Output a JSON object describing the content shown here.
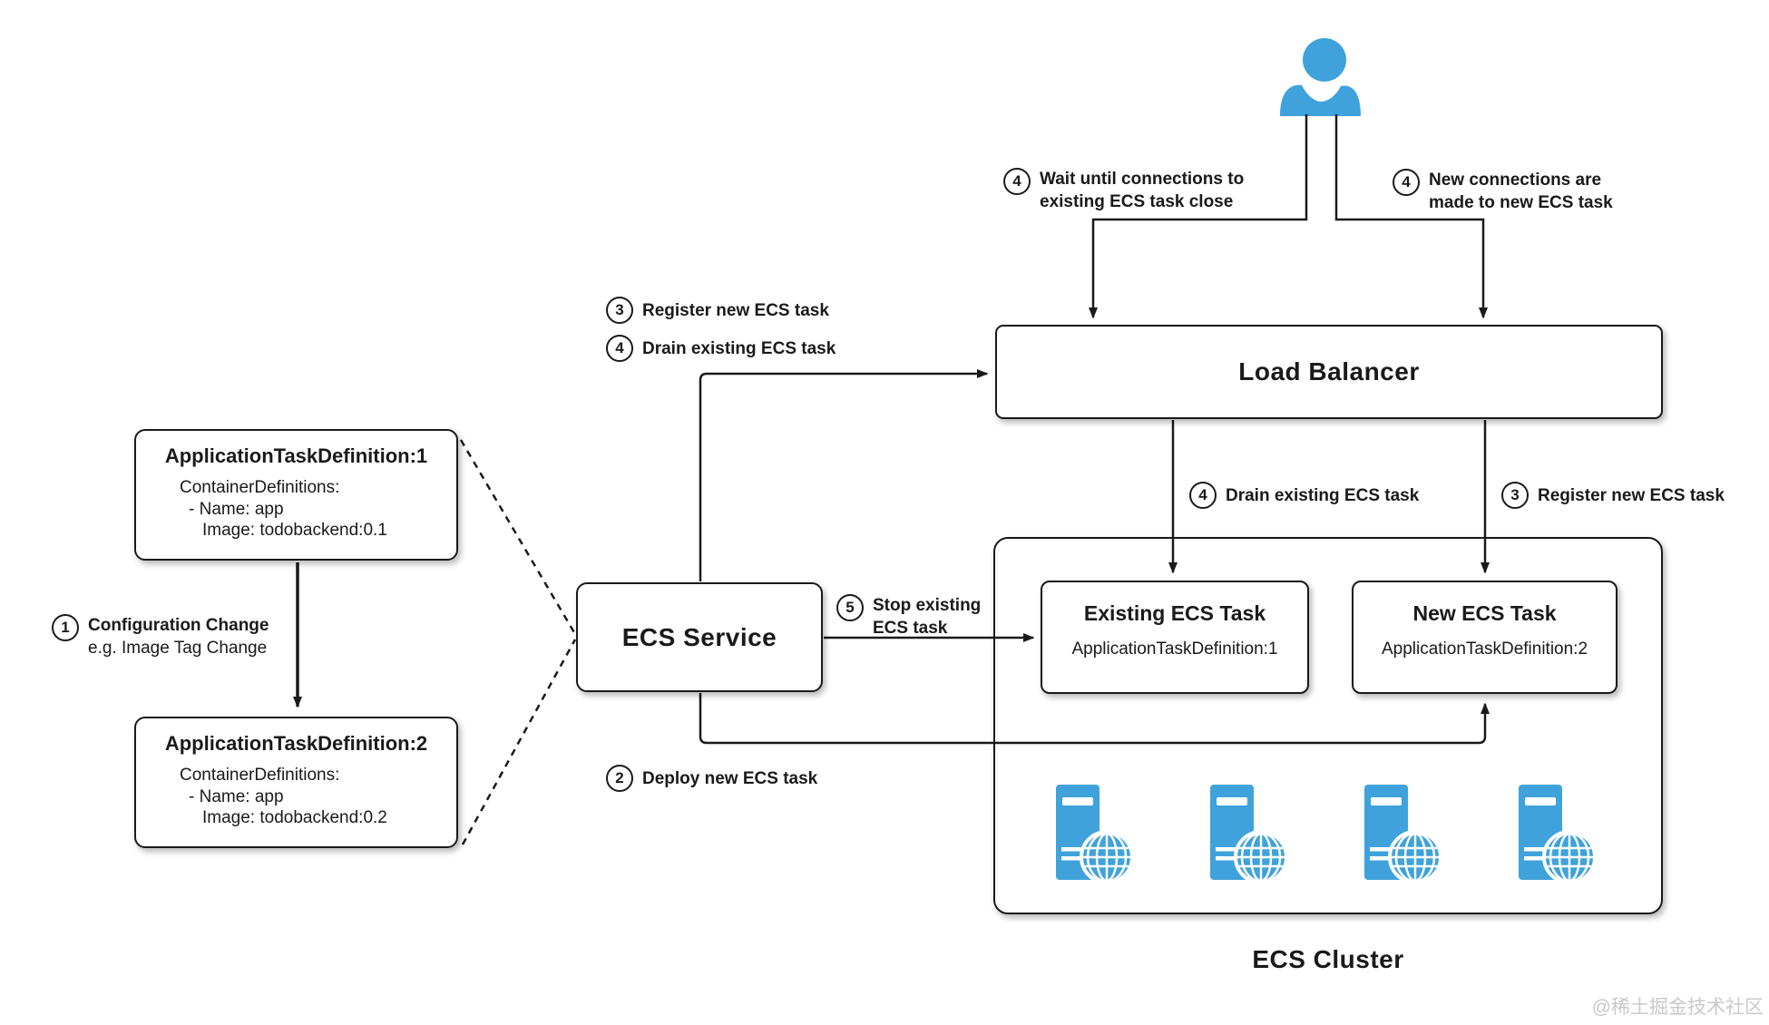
{
  "palette": {
    "blue": "#3FA2DB",
    "ink": "#1a1a1a",
    "watermark_gray": "#c9c9c9"
  },
  "boxes": {
    "taskdef1": {
      "title": "ApplicationTaskDefinition:1",
      "lines": [
        "ContainerDefinitions:",
        "- Name: app",
        "Image: todobackend:0.1"
      ]
    },
    "taskdef2": {
      "title": "ApplicationTaskDefinition:2",
      "lines": [
        "ContainerDefinitions:",
        "- Name: app",
        "Image: todobackend:0.2"
      ]
    },
    "ecs_service": {
      "title": "ECS Service"
    },
    "load_balancer": {
      "title": "Load Balancer"
    },
    "existing_task": {
      "title": "Existing ECS Task",
      "subtitle": "ApplicationTaskDefinition:1"
    },
    "new_task": {
      "title": "New ECS Task",
      "subtitle": "ApplicationTaskDefinition:2"
    },
    "ecs_cluster": {
      "label": "ECS Cluster"
    }
  },
  "annotations": {
    "config_change": {
      "num": "1",
      "line1": "Configuration Change",
      "line2": "e.g. Image Tag Change"
    },
    "deploy": {
      "num": "2",
      "text": "Deploy new ECS task"
    },
    "register_svc": {
      "num": "3",
      "text": "Register new ECS task"
    },
    "drain_svc": {
      "num": "4",
      "text": "Drain existing ECS task"
    },
    "wait_close": {
      "num": "4",
      "line1": "Wait until connections to",
      "line2": "existing ECS task close"
    },
    "new_conns": {
      "num": "4",
      "line1": "New connections are",
      "line2": "made to new ECS task"
    },
    "drain_mid": {
      "num": "4",
      "text": "Drain existing ECS task"
    },
    "register_mid": {
      "num": "3",
      "text": "Register new ECS task"
    },
    "stop": {
      "num": "5",
      "line1": "Stop existing",
      "line2": "ECS task"
    }
  },
  "icons": {
    "user": "user-icon",
    "server": "server-globe-icon",
    "server_count": 4
  },
  "watermark": "@稀土掘金技术社区"
}
